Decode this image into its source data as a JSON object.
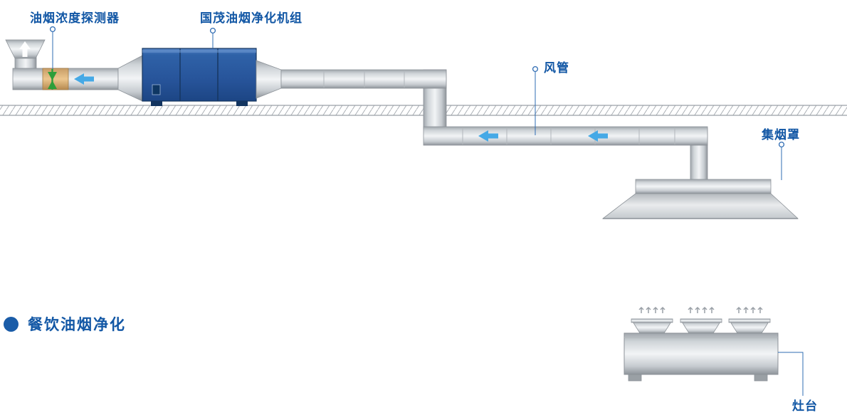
{
  "title": {
    "text": "餐饮油烟净化"
  },
  "labels": {
    "detector": "油烟浓度探测器",
    "purifier": "国茂油烟净化机组",
    "duct": "风管",
    "hood": "集烟罩",
    "stove": "灶台"
  },
  "colors": {
    "label_blue": "#1257a5",
    "arrow_blue": "#45a9e6",
    "unit_blue": "#2f62a8",
    "duct_gray": "#d5d9dc",
    "detector_green": "#2e9e3a",
    "tan_section": "#e8c189"
  }
}
